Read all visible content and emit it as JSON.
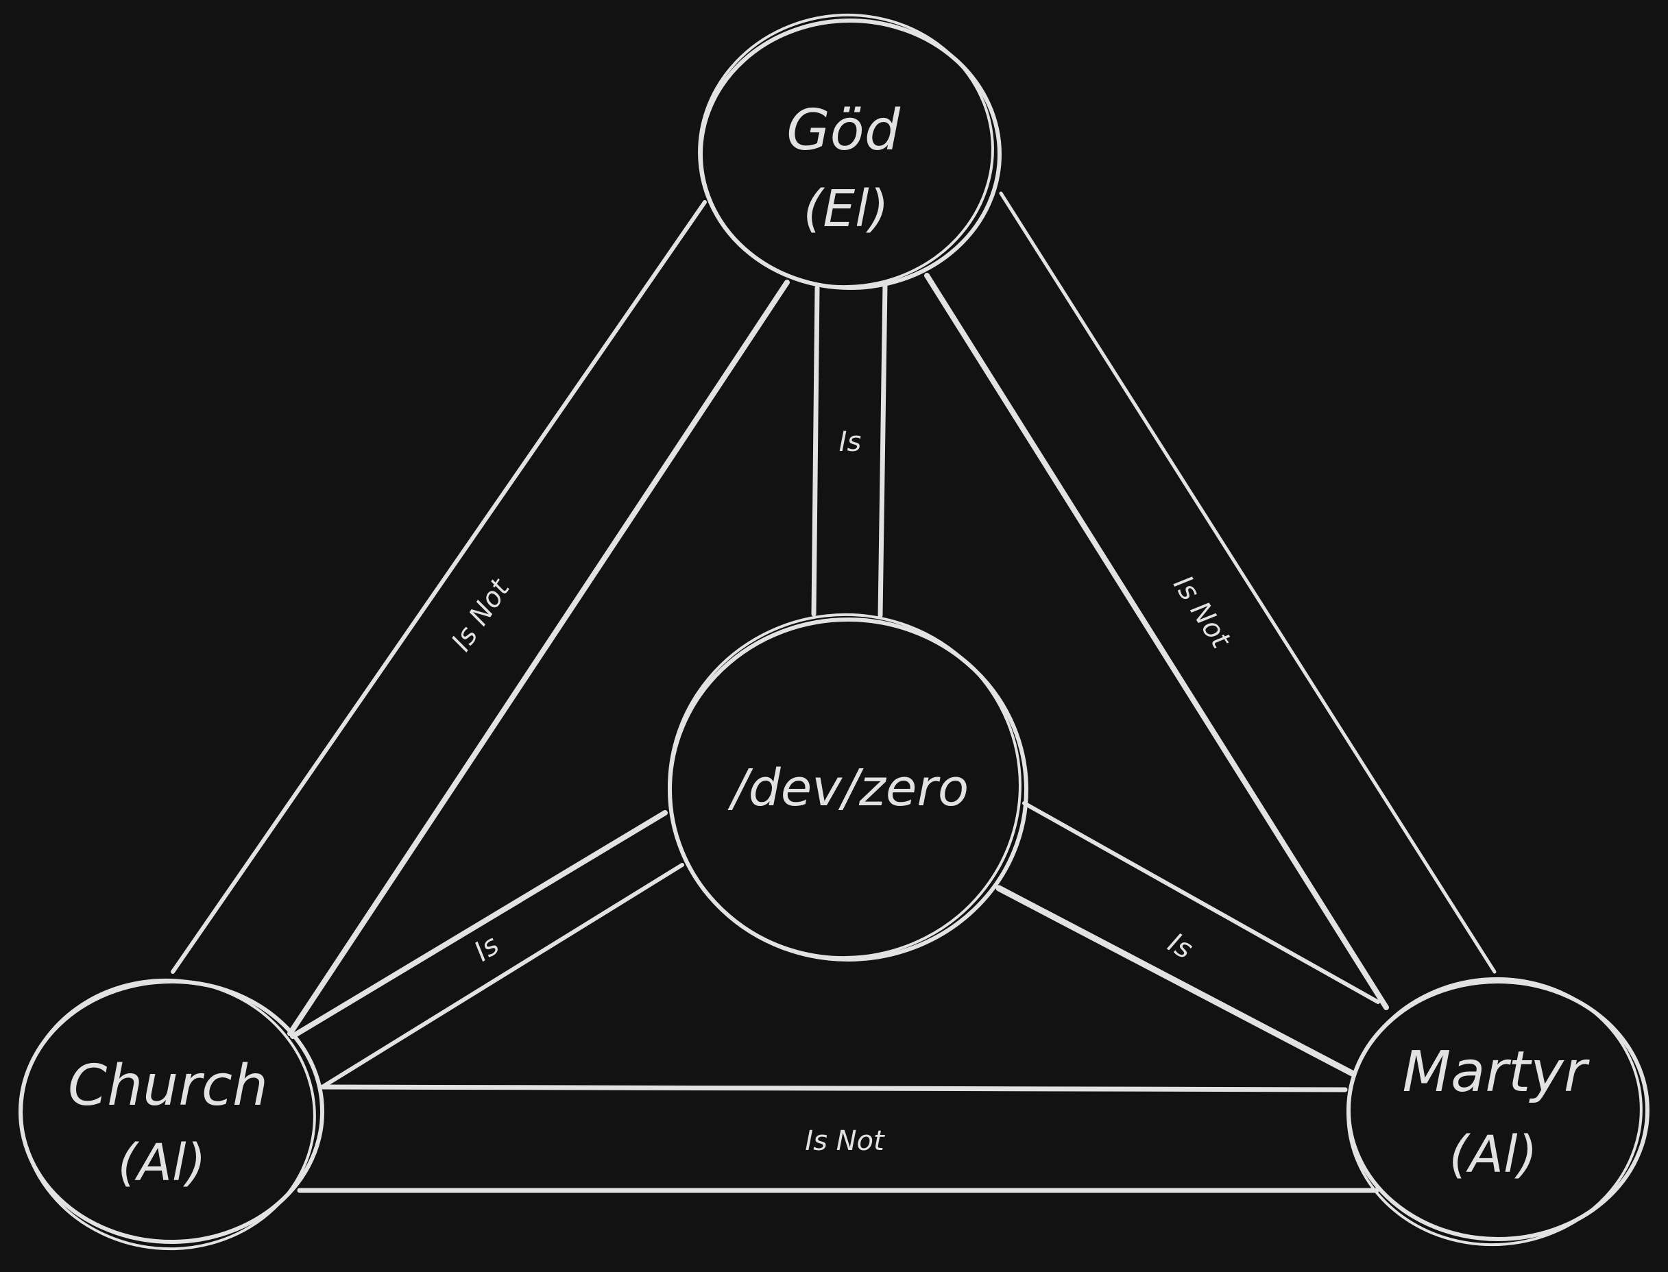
{
  "background_color": "#121212",
  "stroke_color": "#e2e2e2",
  "nodes": {
    "god": {
      "title": "Göd",
      "subtitle": "(El)"
    },
    "church": {
      "title": "Church",
      "subtitle": "(Al)"
    },
    "martyr": {
      "title": "Martyr",
      "subtitle": "(Al)"
    },
    "center": {
      "title": "/dev/zero"
    }
  },
  "edges": {
    "god_church": {
      "label": "Is Not"
    },
    "god_martyr": {
      "label": "Is Not"
    },
    "church_martyr": {
      "label": "Is Not"
    },
    "god_center": {
      "label": "Is"
    },
    "church_center": {
      "label": "Is"
    },
    "martyr_center": {
      "label": "Is"
    }
  }
}
